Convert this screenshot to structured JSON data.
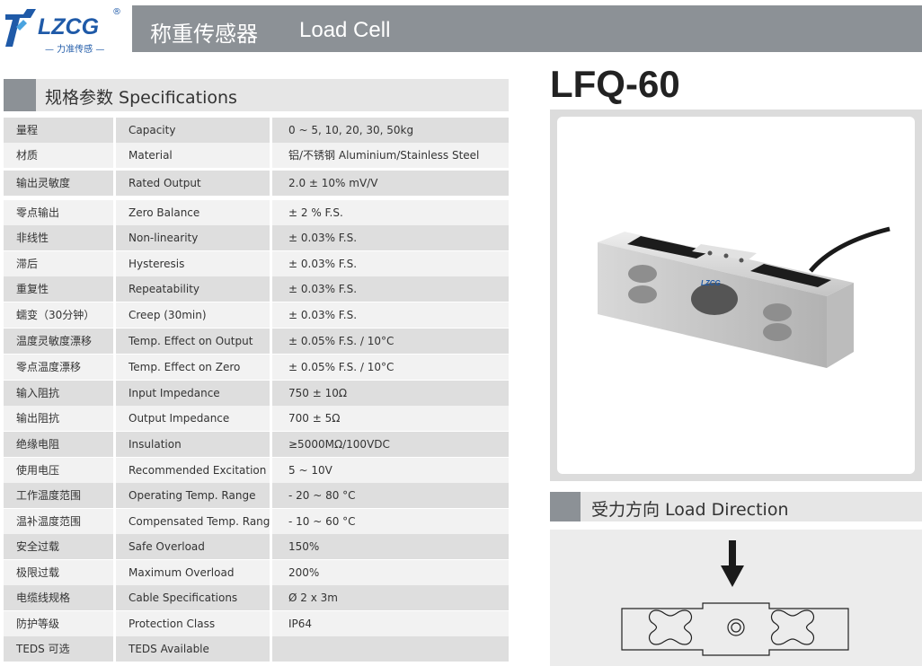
{
  "brand": {
    "logo_text": "LZCG",
    "registered": "®",
    "logo_sub": "— 力准传感 —"
  },
  "header": {
    "title_cn": "称重传感器",
    "title_en": "Load Cell"
  },
  "specs_section": {
    "title": "规格参数 Specifications"
  },
  "specs": [
    {
      "cn": "量程",
      "en": "Capacity",
      "value": "0 ~ 5, 10, 20, 30, 50kg"
    },
    {
      "cn": "材质",
      "en": "Material",
      "value": "铝/不锈钢 Aluminium/Stainless Steel"
    },
    {
      "cn": "输出灵敏度",
      "en": "Rated Output",
      "value": "2.0 ± 10% mV/V"
    },
    {
      "cn": "零点输出",
      "en": "Zero Balance",
      "value": "± 2 % F.S."
    },
    {
      "cn": "非线性",
      "en": "Non-linearity",
      "value": "± 0.03% F.S."
    },
    {
      "cn": "滞后",
      "en": "Hysteresis",
      "value": "± 0.03% F.S."
    },
    {
      "cn": "重复性",
      "en": "Repeatability",
      "value": "± 0.03% F.S."
    },
    {
      "cn": "蠕变（30分钟）",
      "en": "Creep (30min)",
      "value": "± 0.03% F.S."
    },
    {
      "cn": "温度灵敏度漂移",
      "en": "Temp. Effect on Output",
      "value": "± 0.05% F.S. / 10°C"
    },
    {
      "cn": "零点温度漂移",
      "en": "Temp. Effect on Zero",
      "value": "± 0.05% F.S. / 10°C"
    },
    {
      "cn": "输入阻抗",
      "en": "Input Impedance",
      "value": "750 ± 10Ω"
    },
    {
      "cn": "输出阻抗",
      "en": "Output Impedance",
      "value": "700 ± 5Ω"
    },
    {
      "cn": "绝缘电阻",
      "en": "Insulation",
      "value": "≥5000MΩ/100VDC"
    },
    {
      "cn": "使用电压",
      "en": "Recommended Excitation",
      "value": "5 ~ 10V"
    },
    {
      "cn": "工作温度范围",
      "en": "Operating Temp. Range",
      "value": "- 20 ~ 80 °C"
    },
    {
      "cn": "温补温度范围",
      "en": "Compensated Temp. Range",
      "value": "- 10 ~ 60 °C"
    },
    {
      "cn": "安全过载",
      "en": "Safe Overload",
      "value": "150%"
    },
    {
      "cn": "极限过载",
      "en": "Maximum Overload",
      "value": "200%"
    },
    {
      "cn": "电缆线规格",
      "en": "Cable Specifications",
      "value": "Ø 2 x 3m"
    },
    {
      "cn": "防护等级",
      "en": "Protection Class",
      "value": "IP64"
    },
    {
      "cn": "TEDS 可选",
      "en": "TEDS Available",
      "value": ""
    }
  ],
  "model": "LFQ-60",
  "direction_section": {
    "title": "受力方向 Load Direction"
  },
  "photo": {
    "label": "LZCG"
  },
  "colors": {
    "header_bar": "#8c9196",
    "brand_blue": "#1f5aa8",
    "row_dark": "#dedede",
    "row_light": "#f2f2f2"
  }
}
